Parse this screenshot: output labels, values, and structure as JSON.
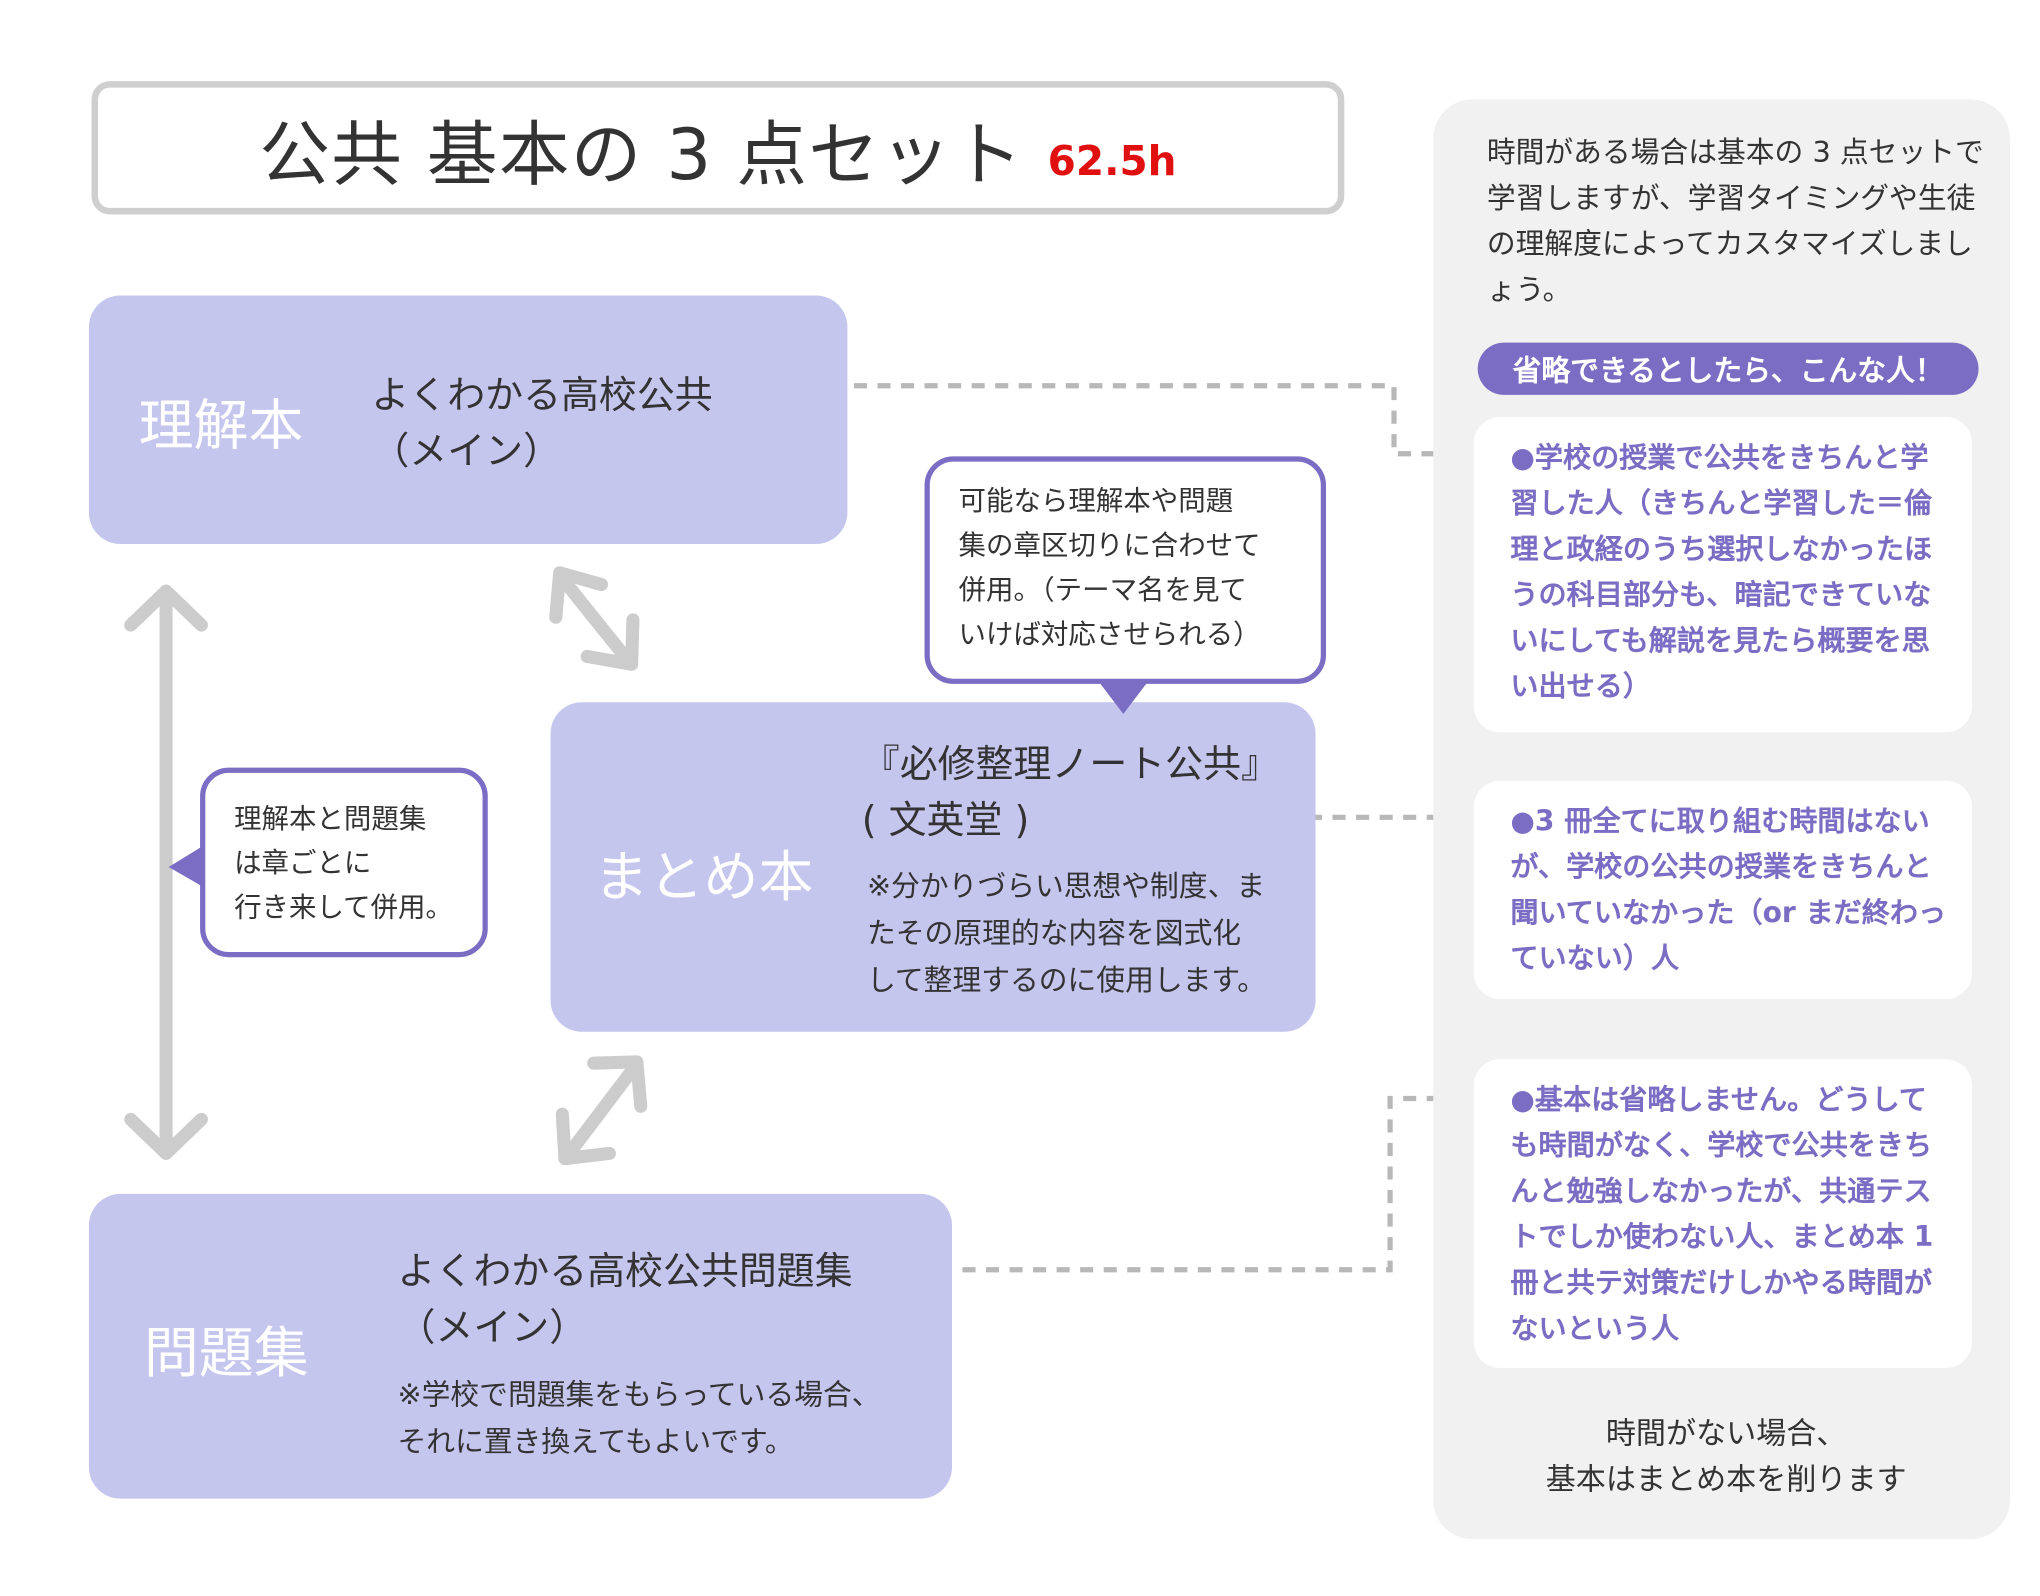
{
  "title": {
    "text": "公共 基本の 3 点セット",
    "hours": "62.5h"
  },
  "books": {
    "understanding": {
      "label": "理解本",
      "lines": [
        "よくわかる高校公共",
        "（メイン）"
      ]
    },
    "summary": {
      "label": "まとめ本",
      "lines": [
        "『必修整理ノート公共』",
        "( 文英堂 )"
      ],
      "notes": [
        "※分かりづらい思想や制度、ま",
        "たその原理的な内容を図式化",
        "して整理するのに使用します。"
      ]
    },
    "workbook": {
      "label": "問題集",
      "lines": [
        "よくわかる高校公共問題集",
        "（メイン）"
      ],
      "notes": [
        "※学校で問題集をもらっている場合、",
        "それに置き換えてもよいです。"
      ]
    }
  },
  "bubbles": {
    "top": "可能なら理解本や問題\n集の章区切りに合わせて\n併用。（テーマ名を見て\nいけば対応させられる）",
    "left": "理解本と問題集\nは章ごとに\n行き来して併用。"
  },
  "panel": {
    "intro": "時間がある場合は基本の 3 点セットで学習しますが、学習タイミングや生徒の理解度によってカスタマイズしましょう。",
    "pill": "省略できるとしたら、こんな人！",
    "cards": [
      "●学校の授業で公共をきちんと学習した人（きちんと学習した＝倫理と政経のうち選択しなかったほうの科目部分も、暗記できていないにしても解説を見たら概要を思い出せる）",
      "●3 冊全てに取り組む時間はないが、学校の公共の授業をきちんと聞いていなかった（or まだ終わっていない）人",
      "●基本は省略しません。どうしても時間がなく、学校で公共をきちんと勉強しなかったが、共通テストでしか使わない人、まとめ本 1 冊と共テ対策だけしかやる時間がないという人"
    ],
    "outro": [
      "時間がない場合、",
      "基本はまとめ本を削ります"
    ]
  },
  "colors": {
    "accent": "#7b6cc4",
    "book_bg": "#c5c6ee",
    "panel_bg": "#f1f1f1",
    "hours": "#e01010",
    "arrow": "#cccccc",
    "dash": "#b8b8b8"
  }
}
